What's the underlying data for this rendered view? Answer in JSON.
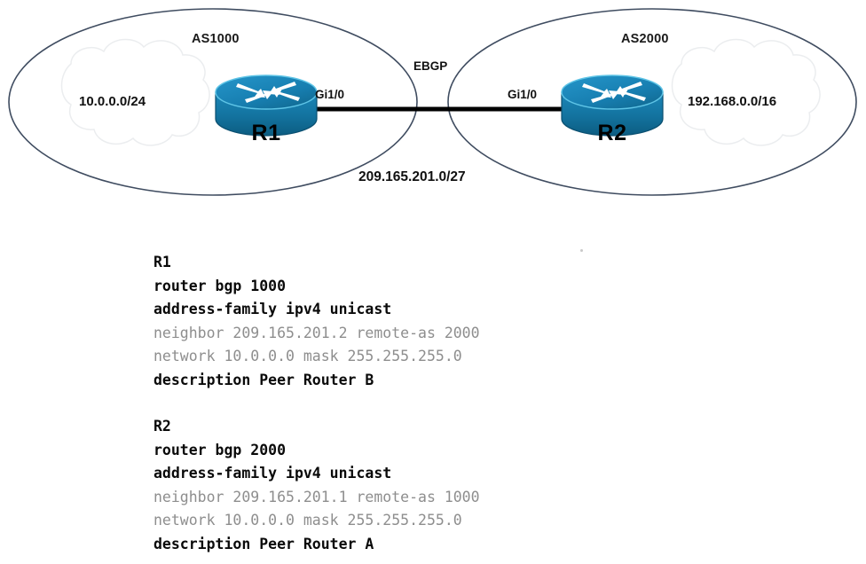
{
  "topology": {
    "left_as": {
      "as_label": "AS1000",
      "cloud_label": "10.0.0.0/24",
      "router_name": "R1",
      "interface_label": "Gi1/0"
    },
    "right_as": {
      "as_label": "AS2000",
      "cloud_label": "192.168.0.0/16",
      "router_name": "R2",
      "interface_label": "Gi1/0"
    },
    "link": {
      "protocol_label": "EBGP",
      "subnet_label": "209.165.201.0/27"
    },
    "colors": {
      "router_body": "#1379ab",
      "router_top": "#1b8cc0",
      "router_dark": "#0d5f86",
      "ellipse_stroke": "#3f4c60",
      "cloud_stroke": "#eceef0",
      "link_line": "#000000",
      "text": "#111111",
      "dim_text": "#8e8e8e"
    }
  },
  "configs": [
    {
      "device": "R1",
      "lines": [
        {
          "text": "R1",
          "style": "bold"
        },
        {
          "text": "router bgp 1000",
          "style": "bold"
        },
        {
          "text": "address-family ipv4 unicast",
          "style": "bold"
        },
        {
          "text": "neighbor 209.165.201.2 remote-as 2000",
          "style": "dim"
        },
        {
          "text": "network 10.0.0.0 mask 255.255.255.0",
          "style": "dim"
        },
        {
          "text": "description Peer Router B",
          "style": "bold"
        }
      ]
    },
    {
      "device": "R2",
      "lines": [
        {
          "text": "R2",
          "style": "bold"
        },
        {
          "text": "router bgp 2000",
          "style": "bold"
        },
        {
          "text": "address-family ipv4 unicast",
          "style": "bold"
        },
        {
          "text": "neighbor 209.165.201.1 remote-as 1000",
          "style": "dim"
        },
        {
          "text": "network 10.0.0.0 mask 255.255.255.0",
          "style": "dim"
        },
        {
          "text": "description Peer Router A",
          "style": "bold"
        }
      ]
    }
  ]
}
